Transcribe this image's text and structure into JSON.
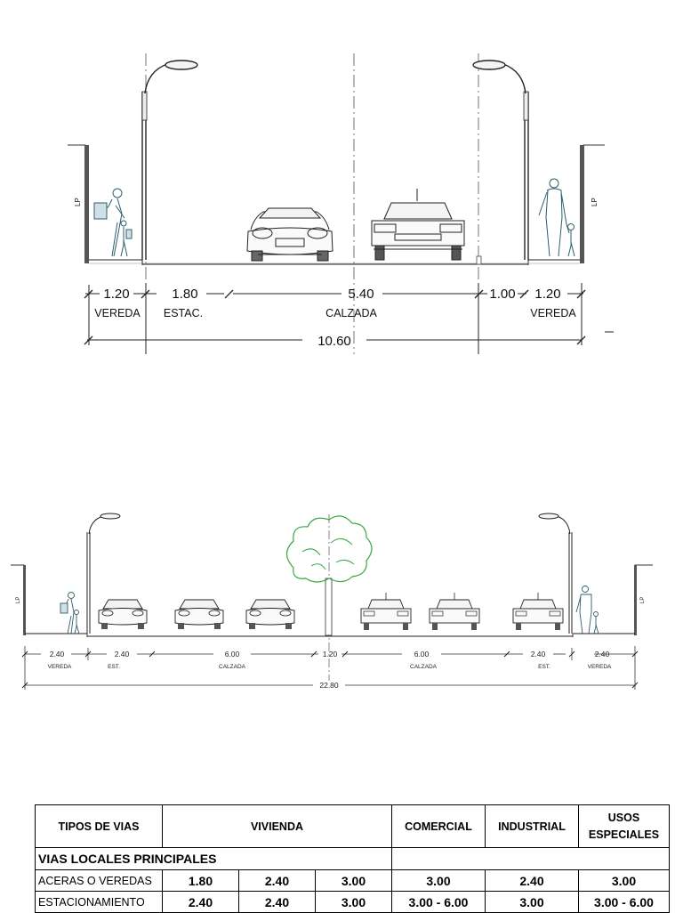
{
  "section1": {
    "lp_labels": [
      "LP",
      "LP"
    ],
    "dimensions": [
      "1.20",
      "1.80",
      "5.40",
      "1.00",
      "1.20"
    ],
    "labels": [
      "VEREDA",
      "ESTAC.",
      "CALZADA",
      "VEREDA"
    ],
    "total": "10.60"
  },
  "section2": {
    "lp_labels": [
      "LP",
      "LP"
    ],
    "dimensions": [
      "2.40",
      "2.40",
      "6.00",
      "1.20",
      "6.00",
      "2.40",
      "2.40"
    ],
    "labels": [
      "VEREDA",
      "EST.",
      "CALZADA",
      "CALZADA",
      "EST.",
      "VEREDA"
    ],
    "total": "22.80"
  },
  "table": {
    "headers": [
      "TIPOS DE VIAS",
      "VIVIENDA",
      "COMERCIAL",
      "INDUSTRIAL",
      "USOS",
      "ESPECIALES"
    ],
    "section_title": "VIAS LOCALES PRINCIPALES",
    "rows": [
      {
        "label": "ACERAS O VEREDAS",
        "values": [
          "1.80",
          "2.40",
          "3.00",
          "3.00",
          "2.40",
          "3.00"
        ]
      },
      {
        "label": "ESTACIONAMIENTO",
        "values": [
          "2.40",
          "2.40",
          "3.00",
          "3.00  -  6.00",
          "3.00",
          "3.00  -  6.00"
        ]
      }
    ]
  }
}
